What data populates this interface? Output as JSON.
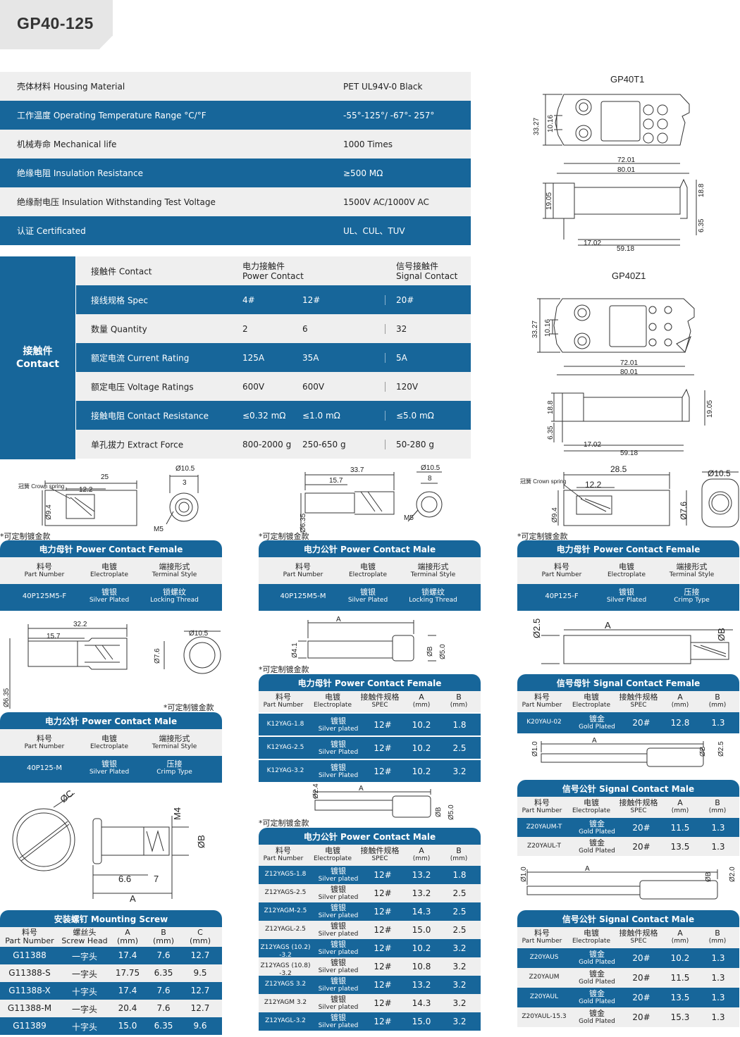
{
  "title": "GP40-125",
  "specs": [
    {
      "key": "壳体材料 Housing Material",
      "value": "PET UL94V-0 Black"
    },
    {
      "key": "工作温度 Operating Temperature Range °C/°F",
      "value": "-55°-125°/ -67°- 257°"
    },
    {
      "key": "机械寿命 Mechanical life",
      "value": "1000 Times"
    },
    {
      "key": "绝缘电阻 Insulation Resistance",
      "value": "≥500 MΩ"
    },
    {
      "key": "绝缘耐电压 Insulation Withstanding Test Voltage",
      "value": "1500V AC/1000V AC"
    },
    {
      "key": "认证 Certificated",
      "value": "UL、CUL、TUV"
    }
  ],
  "contact": {
    "side_cn": "接触件",
    "side_en": "Contact",
    "header": {
      "c0": "接触件 Contact",
      "power_cn": "电力接触件",
      "power_en": "Power Contact",
      "signal_cn": "信号接触件",
      "signal_en": "Signal Contact"
    },
    "rows": [
      {
        "c0": "接线规格 Spec",
        "c1": "4#",
        "c2": "12#",
        "c3": "20#"
      },
      {
        "c0": "数量 Quantity",
        "c1": "2",
        "c2": "6",
        "c3": "32"
      },
      {
        "c0": "额定电流 Current Rating",
        "c1": "125A",
        "c2": "35A",
        "c3": "5A"
      },
      {
        "c0": "额定电压 Voltage Ratings",
        "c1": "600V",
        "c2": "600V",
        "c3": "120V"
      },
      {
        "c0": "接触电阻 Contact Resistance",
        "c1": "≤0.32 mΩ",
        "c2": "≤1.0 mΩ",
        "c3": "≤5.0 mΩ"
      },
      {
        "c0": "单孔拔力 Extract Force",
        "c1": "800-2000 g",
        "c2": "250-650 g",
        "c3": "50-280 g"
      }
    ]
  },
  "drawings": {
    "gp40t1": "GP40T1",
    "gp40z1": "GP40Z1",
    "t1_dims": [
      "33.27",
      "10.16",
      "72.01",
      "80.01",
      "19.05",
      "18.8",
      "6.35",
      "17.02",
      "59.18"
    ],
    "z1_dims": [
      "33.27",
      "10.16",
      "72.01",
      "80.01",
      "18.8",
      "6.35",
      "17.02",
      "19.05",
      "59.18"
    ],
    "crown_spring_cn": "冠簧",
    "crown_spring_en": "Crown spring",
    "pf1_dims": [
      "25",
      "12.2",
      "Ø9.4",
      "Ø10.5",
      "3",
      "M5"
    ],
    "pm1_dims": [
      "33.7",
      "15.7",
      "Ø10.5",
      "8",
      "Ø6.35",
      "M5"
    ],
    "pf2_dims": [
      "28.5",
      "12.2",
      "Ø9.4",
      "Ø10.5",
      "Ø7.6"
    ],
    "pm2_dims": [
      "32.2",
      "15.7",
      "Ø10.5",
      "Ø7.6",
      "Ø6.35"
    ],
    "pf12_dims": [
      "A",
      "Ø4.1",
      "ØB",
      "Ø5.0"
    ],
    "sf_dims": [
      "A",
      "Ø2.5",
      "ØB"
    ],
    "pm12_dims": [
      "Ø2.4",
      "A",
      "ØB",
      "Ø5.0"
    ],
    "sm1_dims": [
      "A",
      "Ø1.0",
      "ØB",
      "Ø2.5"
    ],
    "sm2_dims": [
      "A",
      "Ø1.0",
      "ØB",
      "Ø2.0"
    ],
    "screw_dims": [
      "ØC",
      "M4",
      "ØB",
      "6.6",
      "7",
      "A"
    ]
  },
  "note": "*可定制镀金款",
  "t_pf1": {
    "title": "电力母针 Power Contact Female",
    "h": [
      {
        "cn": "料号",
        "en": "Part Number"
      },
      {
        "cn": "电镀",
        "en": "Electroplate"
      },
      {
        "cn": "端接形式",
        "en": "Terminal Style"
      }
    ],
    "row": {
      "pn": "40P125M5-F",
      "e_cn": "镀银",
      "e_en": "Silver Plated",
      "t_cn": "锁螺纹",
      "t_en": "Locking Thread"
    }
  },
  "t_pm1": {
    "title": "电力公针 Power Contact Male",
    "h": [
      {
        "cn": "料号",
        "en": "Part Number"
      },
      {
        "cn": "电镀",
        "en": "Electroplate"
      },
      {
        "cn": "端接形式",
        "en": "Terminal Style"
      }
    ],
    "row": {
      "pn": "40P125M5-M",
      "e_cn": "镀银",
      "e_en": "Silver Plated",
      "t_cn": "锁螺纹",
      "t_en": "Locking Thread"
    }
  },
  "t_pf2": {
    "title": "电力母针 Power Contact Female",
    "h": [
      {
        "cn": "料号",
        "en": "Part Number"
      },
      {
        "cn": "电镀",
        "en": "Electroplate"
      },
      {
        "cn": "端接形式",
        "en": "Terminal Style"
      }
    ],
    "row": {
      "pn": "40P125-F",
      "e_cn": "镀银",
      "e_en": "Silver Plated",
      "t_cn": "压接",
      "t_en": "Crimp Type"
    }
  },
  "t_pm2": {
    "title": "电力公针 Power Contact Male",
    "h": [
      {
        "cn": "料号",
        "en": "Part Number"
      },
      {
        "cn": "电镀",
        "en": "Electroplate"
      },
      {
        "cn": "端接形式",
        "en": "Terminal Style"
      }
    ],
    "row": {
      "pn": "40P125-M",
      "e_cn": "镀银",
      "e_en": "Silver Plated",
      "t_cn": "压接",
      "t_en": "Crimp Type"
    }
  },
  "t_pf12": {
    "title": "电力母针 Power Contact Female",
    "h": [
      {
        "cn": "料号",
        "en": "Part Number"
      },
      {
        "cn": "电镀",
        "en": "Electroplate"
      },
      {
        "cn": "接触件规格",
        "en": "SPEC"
      },
      {
        "cn": "A",
        "en": "(mm)"
      },
      {
        "cn": "B",
        "en": "(mm)"
      }
    ],
    "rows": [
      {
        "pn": "K12YAG-1.8",
        "cn": "镀银",
        "en": "Silver plated",
        "spec": "12#",
        "a": "10.2",
        "b": "1.8"
      },
      {
        "pn": "K12YAG-2.5",
        "cn": "镀银",
        "en": "Silver Plated",
        "spec": "12#",
        "a": "10.2",
        "b": "2.5"
      },
      {
        "pn": "K12YAG-3.2",
        "cn": "镀银",
        "en": "Silver Plated",
        "spec": "12#",
        "a": "10.2",
        "b": "3.2"
      }
    ]
  },
  "t_pm12": {
    "title": "电力公针 Power Contact Male",
    "h": [
      {
        "cn": "料号",
        "en": "Part Number"
      },
      {
        "cn": "电镀",
        "en": "Electroplate"
      },
      {
        "cn": "接触件规格",
        "en": "SPEC"
      },
      {
        "cn": "A",
        "en": "(mm)"
      },
      {
        "cn": "B",
        "en": "(mm)"
      }
    ],
    "rows": [
      {
        "pn": "Z12YAGS-1.8",
        "cn": "镀银",
        "en": "Silver plated",
        "spec": "12#",
        "a": "13.2",
        "b": "1.8"
      },
      {
        "pn": "Z12YAGS-2.5",
        "cn": "镀银",
        "en": "Silver plated",
        "spec": "12#",
        "a": "13.2",
        "b": "2.5"
      },
      {
        "pn": "Z12YAGM-2.5",
        "cn": "镀银",
        "en": "Silver plated",
        "spec": "12#",
        "a": "14.3",
        "b": "2.5"
      },
      {
        "pn": "Z12YAGL-2.5",
        "cn": "镀银",
        "en": "Silver plated",
        "spec": "12#",
        "a": "15.0",
        "b": "2.5"
      },
      {
        "pn": "Z12YAGS (10.2) -3.2",
        "cn": "镀银",
        "en": "Silver plated",
        "spec": "12#",
        "a": "10.2",
        "b": "3.2"
      },
      {
        "pn": "Z12YAGS (10.8) -3.2",
        "cn": "镀银",
        "en": "Silver plated",
        "spec": "12#",
        "a": "10.8",
        "b": "3.2"
      },
      {
        "pn": "Z12YAGS 3.2",
        "cn": "镀银",
        "en": "Silver plated",
        "spec": "12#",
        "a": "13.2",
        "b": "3.2"
      },
      {
        "pn": "Z12YAGM 3.2",
        "cn": "镀银",
        "en": "Silver plated",
        "spec": "12#",
        "a": "14.3",
        "b": "3.2"
      },
      {
        "pn": "Z12YAGL-3.2",
        "cn": "镀银",
        "en": "Silver plated",
        "spec": "12#",
        "a": "15.0",
        "b": "3.2"
      }
    ]
  },
  "t_sf": {
    "title": "信号母针 Signal Contact Female",
    "h": [
      {
        "cn": "料号",
        "en": "Part Number"
      },
      {
        "cn": "电镀",
        "en": "Electroplate"
      },
      {
        "cn": "接触件规格",
        "en": "SPEC"
      },
      {
        "cn": "A",
        "en": "(mm)"
      },
      {
        "cn": "B",
        "en": "(mm)"
      }
    ],
    "rows": [
      {
        "pn": "K20YAU-02",
        "cn": "镀金",
        "en": "Gold Plated",
        "spec": "20#",
        "a": "12.8",
        "b": "1.3"
      }
    ]
  },
  "t_sm1": {
    "title": "信号公针 Signal Contact Male",
    "h": [
      {
        "cn": "料号",
        "en": "Part Number"
      },
      {
        "cn": "电镀",
        "en": "Electroplate"
      },
      {
        "cn": "接触件规格",
        "en": "SPEC"
      },
      {
        "cn": "A",
        "en": "(mm)"
      },
      {
        "cn": "B",
        "en": "(mm)"
      }
    ],
    "rows": [
      {
        "pn": "Z20YAUM-T",
        "cn": "镀金",
        "en": "Gold Plated",
        "spec": "20#",
        "a": "11.5",
        "b": "1.3"
      },
      {
        "pn": "Z20YAUL-T",
        "cn": "镀金",
        "en": "Gold Plated",
        "spec": "20#",
        "a": "13.5",
        "b": "1.3"
      }
    ]
  },
  "t_sm2": {
    "title": "信号公针 Signal Contact Male",
    "h": [
      {
        "cn": "料号",
        "en": "Part Number"
      },
      {
        "cn": "电镀",
        "en": "Electroplate"
      },
      {
        "cn": "接触件规格",
        "en": "SPEC"
      },
      {
        "cn": "A",
        "en": "(mm)"
      },
      {
        "cn": "B",
        "en": "(mm)"
      }
    ],
    "rows": [
      {
        "pn": "Z20YAUS",
        "cn": "镀金",
        "en": "Gold Plated",
        "spec": "20#",
        "a": "10.2",
        "b": "1.3"
      },
      {
        "pn": "Z20YAUM",
        "cn": "镀金",
        "en": "Gold Plated",
        "spec": "20#",
        "a": "11.5",
        "b": "1.3"
      },
      {
        "pn": "Z20YAUL",
        "cn": "镀金",
        "en": "Gold Plated",
        "spec": "20#",
        "a": "13.5",
        "b": "1.3"
      },
      {
        "pn": "Z20YAUL-15.3",
        "cn": "镀金",
        "en": "Gold Plated",
        "spec": "20#",
        "a": "15.3",
        "b": "1.3"
      }
    ]
  },
  "t_screw": {
    "title": "安装螺钉 Mounting Screw",
    "h": [
      {
        "cn": "料号",
        "en": "Part Number"
      },
      {
        "cn": "螺丝头",
        "en": "Screw Head"
      },
      {
        "cn": "A",
        "en": "(mm)"
      },
      {
        "cn": "B",
        "en": "(mm)"
      },
      {
        "cn": "C",
        "en": "(mm)"
      }
    ],
    "rows": [
      {
        "pn": "G11388",
        "head": "一字头",
        "a": "17.4",
        "b": "7.6",
        "c": "12.7"
      },
      {
        "pn": "G11388-S",
        "head": "一字头",
        "a": "17.75",
        "b": "6.35",
        "c": "9.5"
      },
      {
        "pn": "G11388-X",
        "head": "十字头",
        "a": "17.4",
        "b": "7.6",
        "c": "12.7"
      },
      {
        "pn": "G11388-M",
        "head": "一字头",
        "a": "20.4",
        "b": "7.6",
        "c": "12.7"
      },
      {
        "pn": "G11389",
        "head": "十字头",
        "a": "15.0",
        "b": "6.35",
        "c": "9.6"
      }
    ]
  }
}
